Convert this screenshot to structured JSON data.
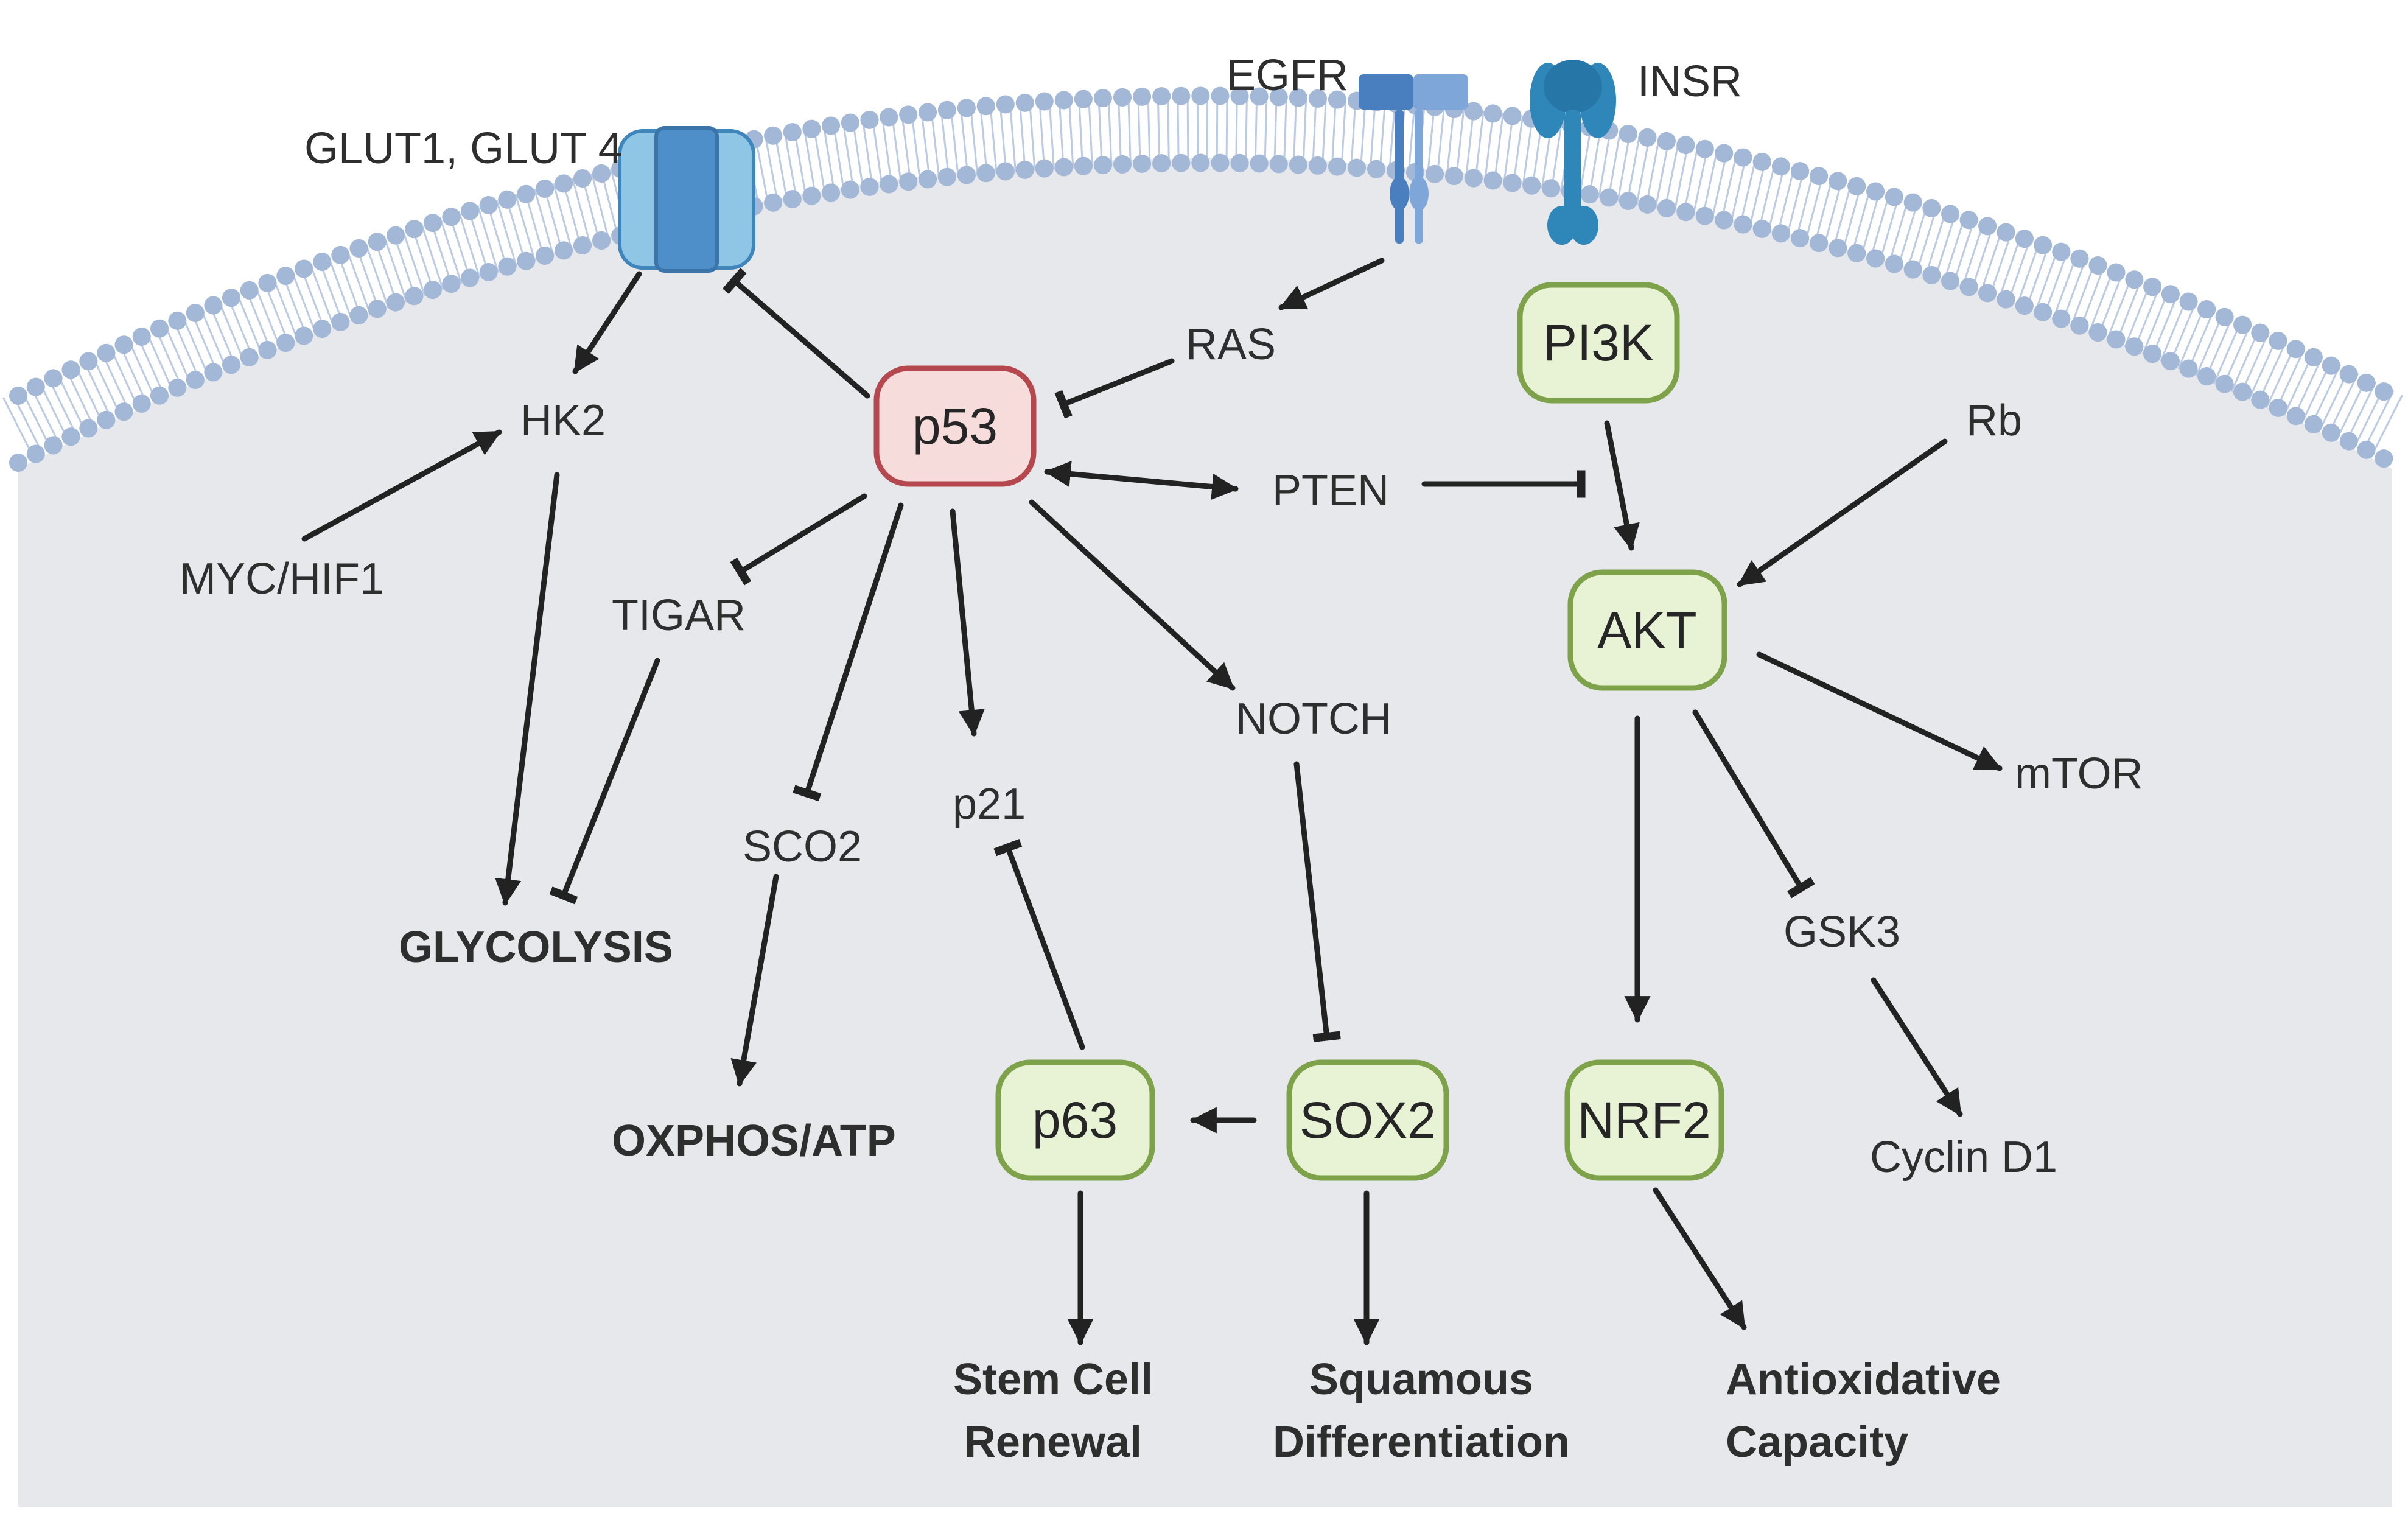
{
  "colors": {
    "cytoplasm": "#e6e8eb",
    "membrane_head": "#a3b7d6",
    "membrane_tail": "#bccbe3",
    "p53_fill": "#f7dcdc",
    "p53_stroke": "#b5474e",
    "green_fill": "#e8f2d4",
    "green_stroke": "#7ea24a",
    "edge": "#222222",
    "glut_channel": "#8fc6e6",
    "egfr_receptor": "#4a7fbf",
    "insr_receptor": "#2f86b9"
  },
  "icons": {
    "glut_transporter": "glucose-transporter-icon",
    "egfr_receptor": "egfr-receptor-icon",
    "insr_receptor": "insulin-receptor-icon"
  },
  "labels": {
    "glut": "GLUT1, GLUT 4",
    "egfr": "EGFR",
    "insr": "INSR",
    "hk2": "HK2",
    "myc_hif1": "MYC/HIF1",
    "ras": "RAS",
    "pten": "PTEN",
    "rb": "Rb",
    "tigar": "TIGAR",
    "sco2": "SCO2",
    "p21": "p21",
    "notch": "NOTCH",
    "mtor": "mTOR",
    "gsk3": "GSK3",
    "cyclin_d1": "Cyclin D1"
  },
  "nodes": {
    "p53": "p53",
    "pi3k": "PI3K",
    "akt": "AKT",
    "p63": "p63",
    "sox2": "SOX2",
    "nrf2": "NRF2"
  },
  "outcomes": {
    "glycolysis": "GLYCOLYSIS",
    "oxphos": "OXPHOS/ATP",
    "stem_cell_1": "Stem Cell",
    "stem_cell_2": "Renewal",
    "squamous_1": "Squamous",
    "squamous_2": "Differentiation",
    "antiox_1": "Antioxidative",
    "antiox_2": "Capacity"
  },
  "edges": [
    {
      "from": "GLUT1, GLUT 4",
      "to": "HK2",
      "type": "activation"
    },
    {
      "from": "p53",
      "to": "GLUT1, GLUT 4",
      "type": "inhibition"
    },
    {
      "from": "EGFR",
      "to": "RAS",
      "type": "activation"
    },
    {
      "from": "RAS",
      "to": "p53",
      "type": "inhibition"
    },
    {
      "from": "p53",
      "to": "PTEN",
      "type": "bidirectional"
    },
    {
      "from": "PTEN",
      "to": "AKT",
      "type": "inhibition"
    },
    {
      "from": "PI3K",
      "to": "AKT",
      "type": "activation"
    },
    {
      "from": "Rb",
      "to": "AKT",
      "type": "activation"
    },
    {
      "from": "MYC/HIF1",
      "to": "HK2",
      "type": "activation"
    },
    {
      "from": "HK2",
      "to": "GLYCOLYSIS",
      "type": "activation"
    },
    {
      "from": "p53",
      "to": "TIGAR",
      "type": "inhibition"
    },
    {
      "from": "TIGAR",
      "to": "GLYCOLYSIS",
      "type": "inhibition"
    },
    {
      "from": "p53",
      "to": "SCO2",
      "type": "inhibition"
    },
    {
      "from": "SCO2",
      "to": "OXPHOS/ATP",
      "type": "activation"
    },
    {
      "from": "p53",
      "to": "p21",
      "type": "activation"
    },
    {
      "from": "p63",
      "to": "p21",
      "type": "inhibition"
    },
    {
      "from": "p53",
      "to": "NOTCH",
      "type": "activation"
    },
    {
      "from": "NOTCH",
      "to": "SOX2",
      "type": "inhibition"
    },
    {
      "from": "SOX2",
      "to": "p63",
      "type": "activation"
    },
    {
      "from": "p63",
      "to": "Stem Cell Renewal",
      "type": "activation"
    },
    {
      "from": "SOX2",
      "to": "Squamous Differentiation",
      "type": "activation"
    },
    {
      "from": "AKT",
      "to": "mTOR",
      "type": "activation"
    },
    {
      "from": "AKT",
      "to": "NRF2",
      "type": "activation"
    },
    {
      "from": "AKT",
      "to": "GSK3",
      "type": "inhibition"
    },
    {
      "from": "GSK3",
      "to": "Cyclin D1",
      "type": "activation"
    },
    {
      "from": "NRF2",
      "to": "Antioxidative Capacity",
      "type": "activation"
    }
  ]
}
